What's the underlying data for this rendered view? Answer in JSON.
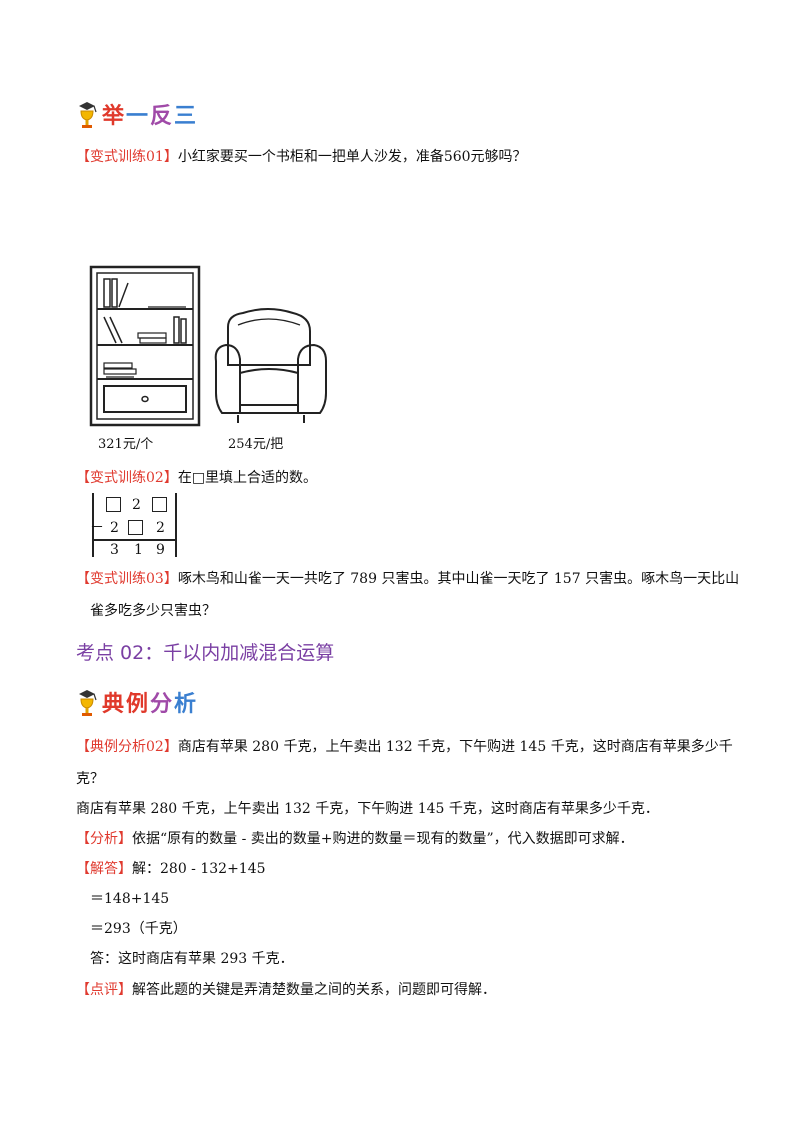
{
  "banner1": {
    "chars": [
      "举",
      "一",
      "反",
      "三"
    ]
  },
  "ex1": {
    "tag": "【变式训练01】",
    "text": "小红家要买一个书柜和一把单人沙发，准备560元够吗？"
  },
  "figure1": {
    "bookcase_price": "321元/个",
    "sofa_price": "254元/把"
  },
  "ex2": {
    "tag": "【变式训练02】",
    "text": "在□里填上合适的数。"
  },
  "puzzle": {
    "row1": [
      "",
      "2",
      ""
    ],
    "row2_sign": "－",
    "row2": [
      "2",
      "",
      "2"
    ],
    "row3": [
      "3",
      "1",
      "9"
    ]
  },
  "ex3": {
    "tag": "【变式训练03】",
    "line1": "啄木鸟和山雀一天一共吃了 789 只害虫。其中山雀一天吃了 157 只害虫。啄木鸟一天比山",
    "line2": "雀多吃多少只害虫？"
  },
  "section": {
    "title": "考点 02：千以内加减混合运算"
  },
  "banner2": {
    "chars": [
      "典",
      "例",
      "分",
      "析"
    ]
  },
  "example": {
    "tag": "【典例分析02】",
    "line1": "商店有苹果 280 千克，上午卖出 132 千克，下午购进 145 千克，这时商店有苹果多少千",
    "line2": "克？"
  },
  "restate": "商店有苹果 280 千克，上午卖出 132 千克，下午购进 145 千克，这时商店有苹果多少千克．",
  "analysis": {
    "tag": "【分析】",
    "text": "依据“原有的数量 - 卖出的数量+购进的数量＝现有的数量”，代入数据即可求解．"
  },
  "answer": {
    "tag": "【解答】",
    "text": "解：280 - 132+145",
    "step1": "＝148+145",
    "step2": "＝293（千克）",
    "final": "答：这时商店有苹果 293 千克．"
  },
  "comment": {
    "tag": "【点评】",
    "text": "解答此题的关键是弄清楚数量之间的关系，问题即可得解．"
  },
  "colors": {
    "tag": "#e03a2f",
    "section": "#7a3fa3",
    "banner_red": "#e0392b",
    "banner_blue": "#3a7fd0"
  }
}
